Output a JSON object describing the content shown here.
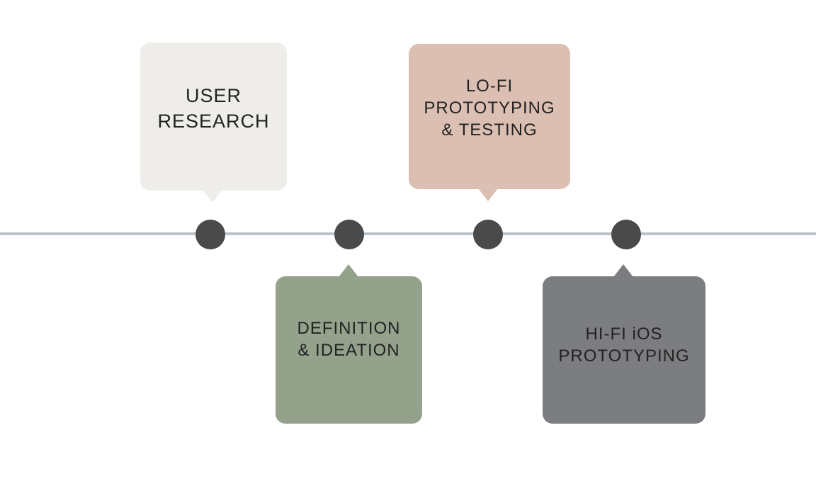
{
  "timeline": {
    "line_color": "#b9c3cc",
    "node_color": "#4a4a4a",
    "steps": [
      {
        "label": "USER\nRESEARCH",
        "color": "#eeede9",
        "position": "above"
      },
      {
        "label": "DEFINITION\n& IDEATION",
        "color": "#94a18b",
        "position": "below"
      },
      {
        "label": "LO-FI\nPROTOTYPING\n& TESTING",
        "color": "#dbbfb2",
        "position": "above"
      },
      {
        "label": "HI-FI iOS\nPROTOTYPING",
        "color": "#7c7d80",
        "position": "below"
      }
    ]
  }
}
